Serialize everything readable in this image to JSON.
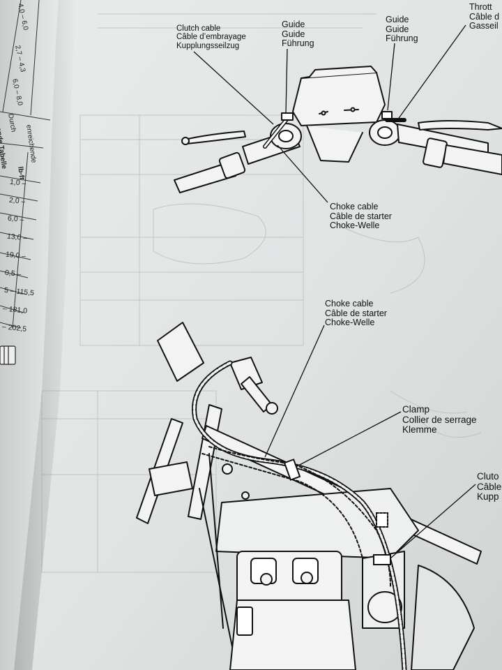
{
  "top_diagram": {
    "clutch_cable": [
      "Clutch cable",
      "Câble d’embrayage",
      "Kupplungsseilzug"
    ],
    "guide_left": [
      "Guide",
      "Guide",
      "Führung"
    ],
    "guide_right": [
      "Guide",
      "Guide",
      "Führung"
    ],
    "throttle_cable": [
      "Thrott",
      "Câble d",
      "Gasseil"
    ],
    "choke_cable": [
      "Choke cable",
      "Câble de starter",
      "Choke-Welle"
    ]
  },
  "bottom_diagram": {
    "choke_cable": [
      "Choke cable",
      "Câble de starter",
      "Choke-Welle"
    ],
    "clamp": [
      "Clamp",
      "Collier de serrage",
      "Klemme"
    ],
    "clutch_cable": [
      "Cluto",
      "Câble",
      "Kupp"
    ]
  },
  "left_page_table": {
    "heading": [
      "gende Tabelle",
      "Durch",
      "enreichende"
    ],
    "unit": "lb-ft",
    "rows": [
      "1,0 –",
      "2,0 –",
      "6,0 –",
      "13,0 –",
      "19,0 –",
      "0,5 –",
      "5 – 115,5",
      "– 181,0",
      "– 202,5"
    ],
    "top_values": [
      "4,0 – 6,0",
      "2,7 – 4,3",
      "6,0 – 8,0"
    ]
  }
}
